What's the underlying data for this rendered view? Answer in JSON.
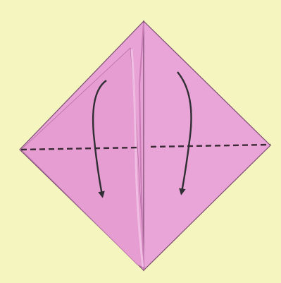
{
  "diagram": {
    "background_color": "#f5f5c0",
    "paper_color": "#e8a2d6",
    "paper_shadow_color": "#c97cb6",
    "paper_highlight_color": "#f3c6e7",
    "edge_color": "#7a4d70",
    "fold_line_color": "#3a2a35",
    "arrow_color": "#2f2f33",
    "fold_line_style": "dashed",
    "left_arrow": "fold-down-arrow",
    "right_arrow": "fold-down-arrow"
  }
}
